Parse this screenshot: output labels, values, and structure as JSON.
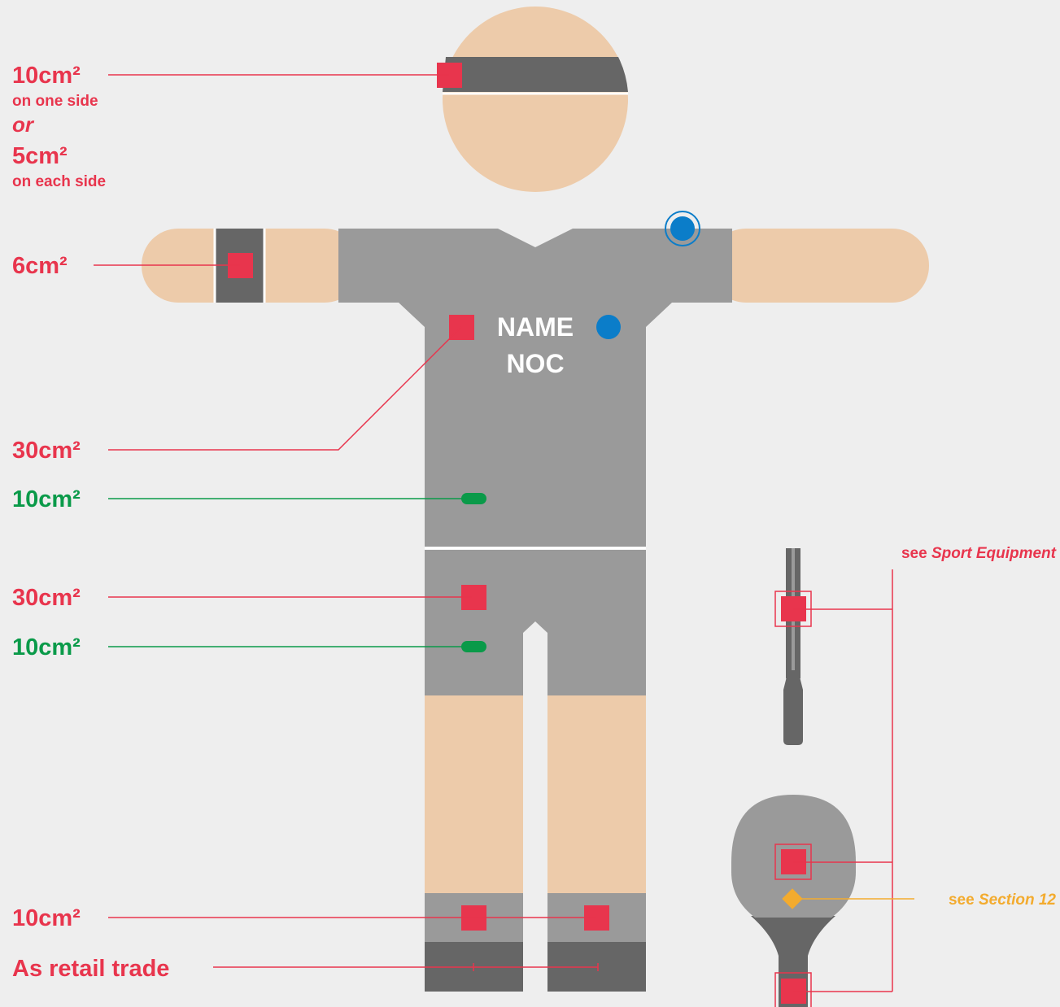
{
  "colors": {
    "red": "#e8354d",
    "green": "#0a9a49",
    "blue": "#0b7dc9",
    "orange": "#f3ab2e",
    "skin": "#edcbaa",
    "garment": "#9a9a9a",
    "dark": "#666666",
    "background": "#eeeeee"
  },
  "headband": {
    "size_one_side": "10cm²",
    "note_one_side": "on one side",
    "or_text": "or",
    "size_each_side": "5cm²",
    "note_each_side": "on each side"
  },
  "wristband": {
    "size": "6cm²"
  },
  "shirt": {
    "name_text": "NAME",
    "noc_text": "NOC",
    "manufacturer_size": "30cm²",
    "other_size": "10cm²"
  },
  "shorts": {
    "manufacturer_size": "30cm²",
    "other_size": "10cm²"
  },
  "socks": {
    "size": "10cm²"
  },
  "shoes": {
    "label": "As retail trade"
  },
  "equipment": {
    "see_prefix": "see ",
    "sport_equipment_ref": "Sport Equipment",
    "section_ref": "Section 12"
  },
  "icons": {
    "olympic_badge": "olympic-rings-badge-icon",
    "noc_badge": "noc-emblem-icon"
  }
}
